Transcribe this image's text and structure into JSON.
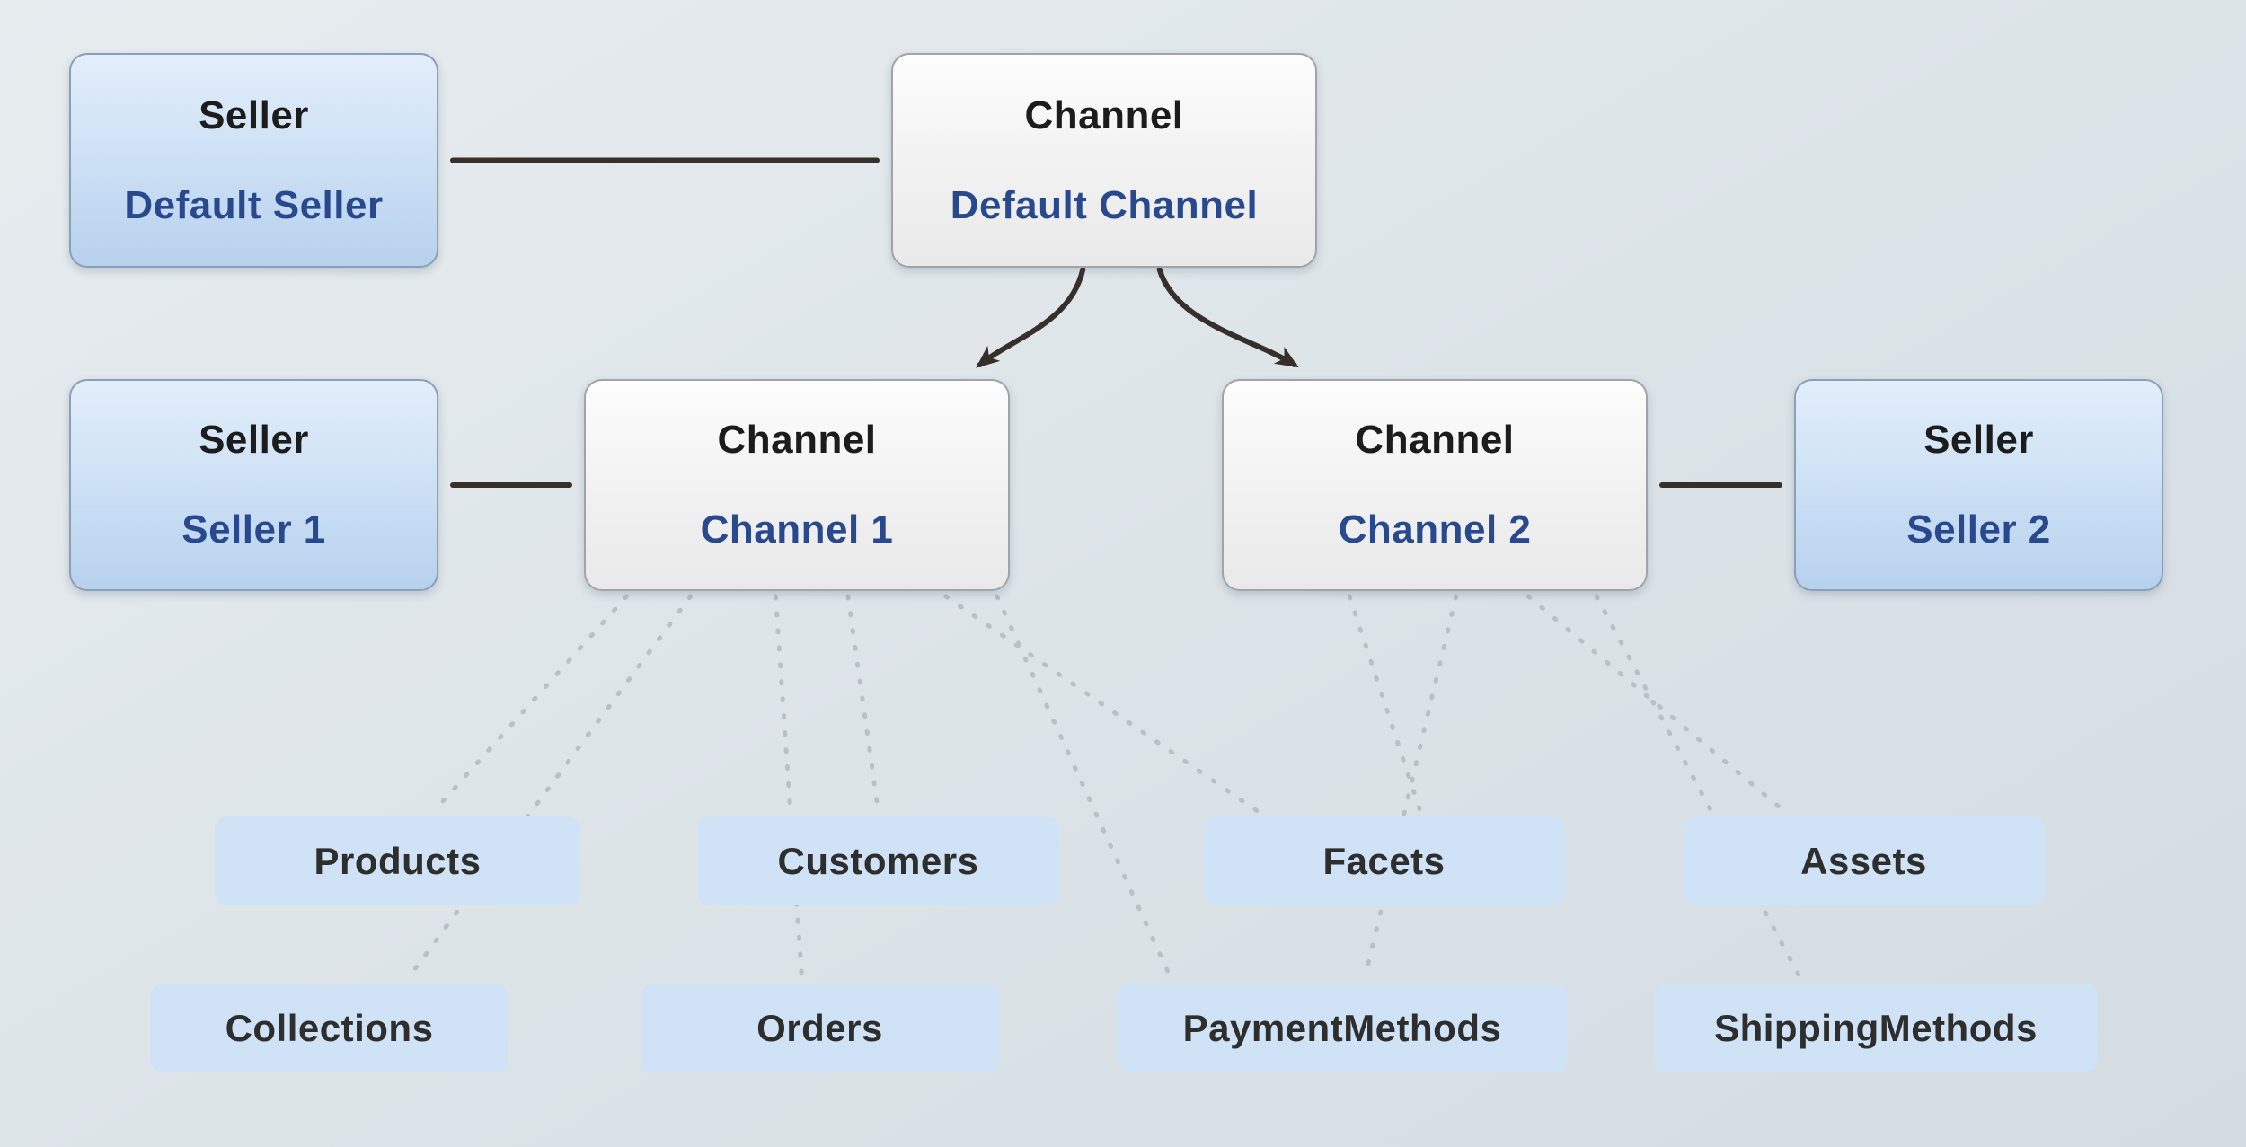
{
  "diagram": {
    "nodes": {
      "default_seller": {
        "title": "Seller",
        "subtitle": "Default Seller",
        "kind": "seller"
      },
      "default_channel": {
        "title": "Channel",
        "subtitle": "Default Channel",
        "kind": "channel"
      },
      "seller_1": {
        "title": "Seller",
        "subtitle": "Seller 1",
        "kind": "seller"
      },
      "channel_1": {
        "title": "Channel",
        "subtitle": "Channel 1",
        "kind": "channel"
      },
      "channel_2": {
        "title": "Channel",
        "subtitle": "Channel 2",
        "kind": "channel"
      },
      "seller_2": {
        "title": "Seller",
        "subtitle": "Seller 2",
        "kind": "seller"
      },
      "products": {
        "label": "Products"
      },
      "customers": {
        "label": "Customers"
      },
      "facets": {
        "label": "Facets"
      },
      "assets": {
        "label": "Assets"
      },
      "collections": {
        "label": "Collections"
      },
      "orders": {
        "label": "Orders"
      },
      "payment_methods": {
        "label": "PaymentMethods"
      },
      "shipping_methods": {
        "label": "ShippingMethods"
      }
    },
    "solid_edges": [
      {
        "from": "default_seller",
        "to": "default_channel"
      },
      {
        "from": "seller_1",
        "to": "channel_1"
      },
      {
        "from": "channel_2",
        "to": "seller_2"
      }
    ],
    "arrow_edges": [
      {
        "from": "default_channel",
        "to": "channel_1",
        "fx": 0.45,
        "tx": 0.93
      },
      {
        "from": "default_channel",
        "to": "channel_2",
        "fx": 0.63,
        "tx": 0.17
      }
    ],
    "dotted_edges": [
      {
        "from": "channel_1",
        "to": "products",
        "fx": 0.1,
        "tx": 0.6
      },
      {
        "from": "channel_1",
        "to": "collections",
        "fx": 0.25,
        "tx": 0.72
      },
      {
        "from": "channel_1",
        "to": "orders",
        "fx": 0.45,
        "tx": 0.45
      },
      {
        "from": "channel_1",
        "to": "customers",
        "fx": 0.62,
        "tx": 0.5
      },
      {
        "from": "channel_1",
        "to": "facets",
        "fx": 0.85,
        "tx": 0.15
      },
      {
        "from": "channel_1",
        "to": "payment_methods",
        "fx": 0.97,
        "tx": 0.12
      },
      {
        "from": "channel_2",
        "to": "facets",
        "fx": 0.3,
        "tx": 0.6
      },
      {
        "from": "channel_2",
        "to": "payment_methods",
        "fx": 0.55,
        "tx": 0.55
      },
      {
        "from": "channel_2",
        "to": "assets",
        "fx": 0.72,
        "tx": 0.28
      },
      {
        "from": "channel_2",
        "to": "shipping_methods",
        "fx": 0.88,
        "tx": 0.33
      }
    ],
    "colors": {
      "background_top": "#e7ecef",
      "background_bottom": "#d4dce2",
      "seller_box_top": "#e2eefb",
      "seller_box_bottom": "#b7d1ee",
      "seller_box_border": "#8aa0b8",
      "channel_box_top": "#fdfdfd",
      "channel_box_bottom": "#e9e9e9",
      "channel_box_border": "#a0a4a8",
      "entity_box_bg": "#cfe2f6",
      "title_text": "#1c1c1c",
      "subtitle_text": "#29498e",
      "entity_text": "#2e2e2e",
      "solid_line": "#37302a",
      "dotted_line": "#b9c0c6"
    }
  }
}
